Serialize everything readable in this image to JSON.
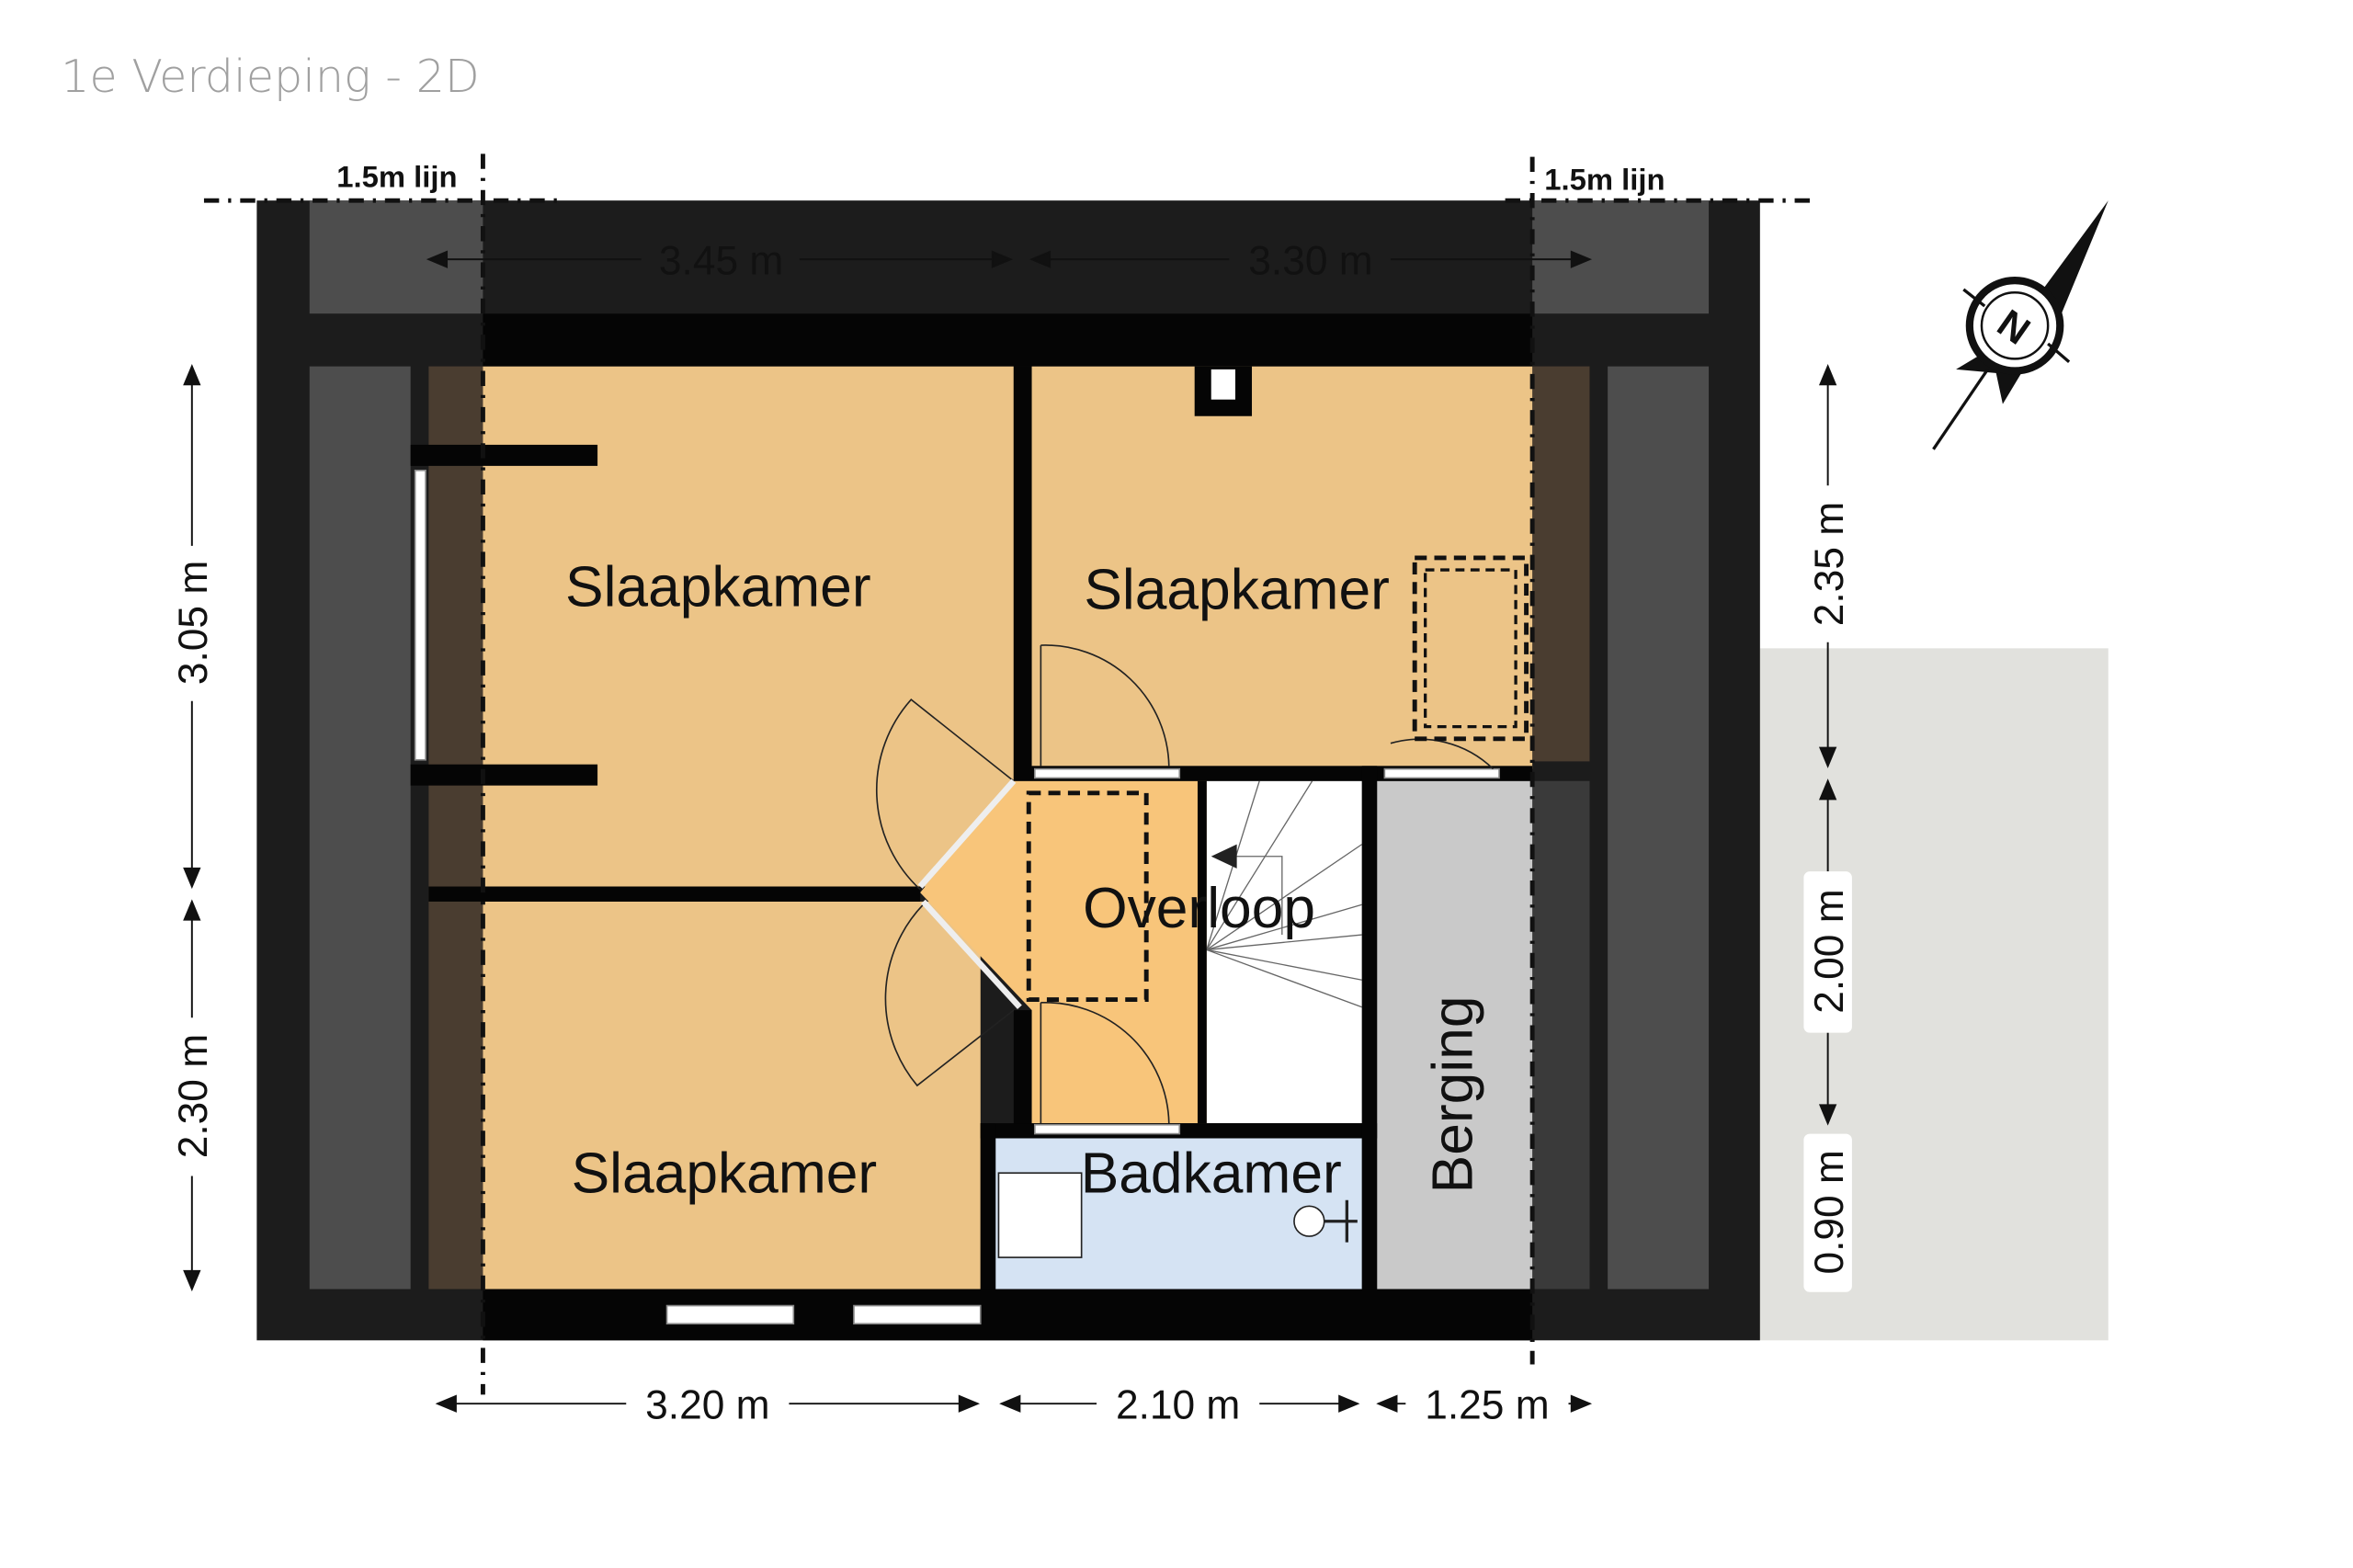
{
  "title": "1e Verdieping - 2D",
  "rooms": {
    "slaapkamer_1": "Slaapkamer",
    "slaapkamer_2": "Slaapkamer",
    "slaapkamer_3": "Slaapkamer",
    "overloop": "Overloop",
    "badkamer": "Badkamer",
    "berging": "Berging"
  },
  "lines": {
    "left": "1.5m lijn",
    "right": "1.5m lijn"
  },
  "dimensions": {
    "top_left": "3.45 m",
    "top_right": "3.30 m",
    "left_top": "3.05 m",
    "left_bottom": "2.30 m",
    "right_top": "2.35 m",
    "right_mid": "2.00 m",
    "right_bottom": "0.90 m",
    "bottom_left": "3.20 m",
    "bottom_mid": "2.10 m",
    "bottom_right": "1.25 m"
  },
  "compass": {
    "label": "N",
    "icon": "north-arrow-icon"
  },
  "colors": {
    "bedroom": "#ecc487",
    "landing": "#f8c57a",
    "bathroom": "#d5e3f3",
    "storage": "#c9c9c9",
    "wall": "#050505",
    "roof_dark": "#1c1c1c",
    "roof_gray": "#4d4d4d",
    "garden": "#e1e1dd"
  }
}
